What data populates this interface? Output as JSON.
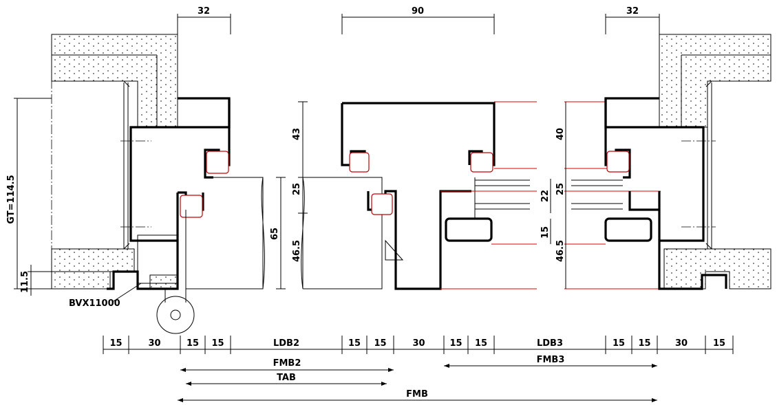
{
  "labels": {
    "top_left_32": "32",
    "top_mid_90": "90",
    "top_right_32": "32",
    "gt": "GT=114.5",
    "h_11_5": "11.5",
    "bvx": "BVX11000",
    "v43": "43",
    "v25a": "25",
    "v65": "65",
    "v46_5a": "46.5",
    "v40": "40",
    "v25b": "25",
    "v22": "22",
    "v15": "15",
    "v46_5b": "46.5"
  },
  "bottom_row": [
    "15",
    "30",
    "15",
    "15",
    "LDB2",
    "15",
    "15",
    "30",
    "15",
    "15",
    "LDB3",
    "15",
    "15",
    "30",
    "15"
  ],
  "spans": {
    "fmb2": "FMB2",
    "fmb3": "FMB3",
    "tab": "TAB",
    "fmb": "FMB"
  },
  "colors": {
    "line": "#000000",
    "seal": "#c00000",
    "reference": "#e00000"
  }
}
